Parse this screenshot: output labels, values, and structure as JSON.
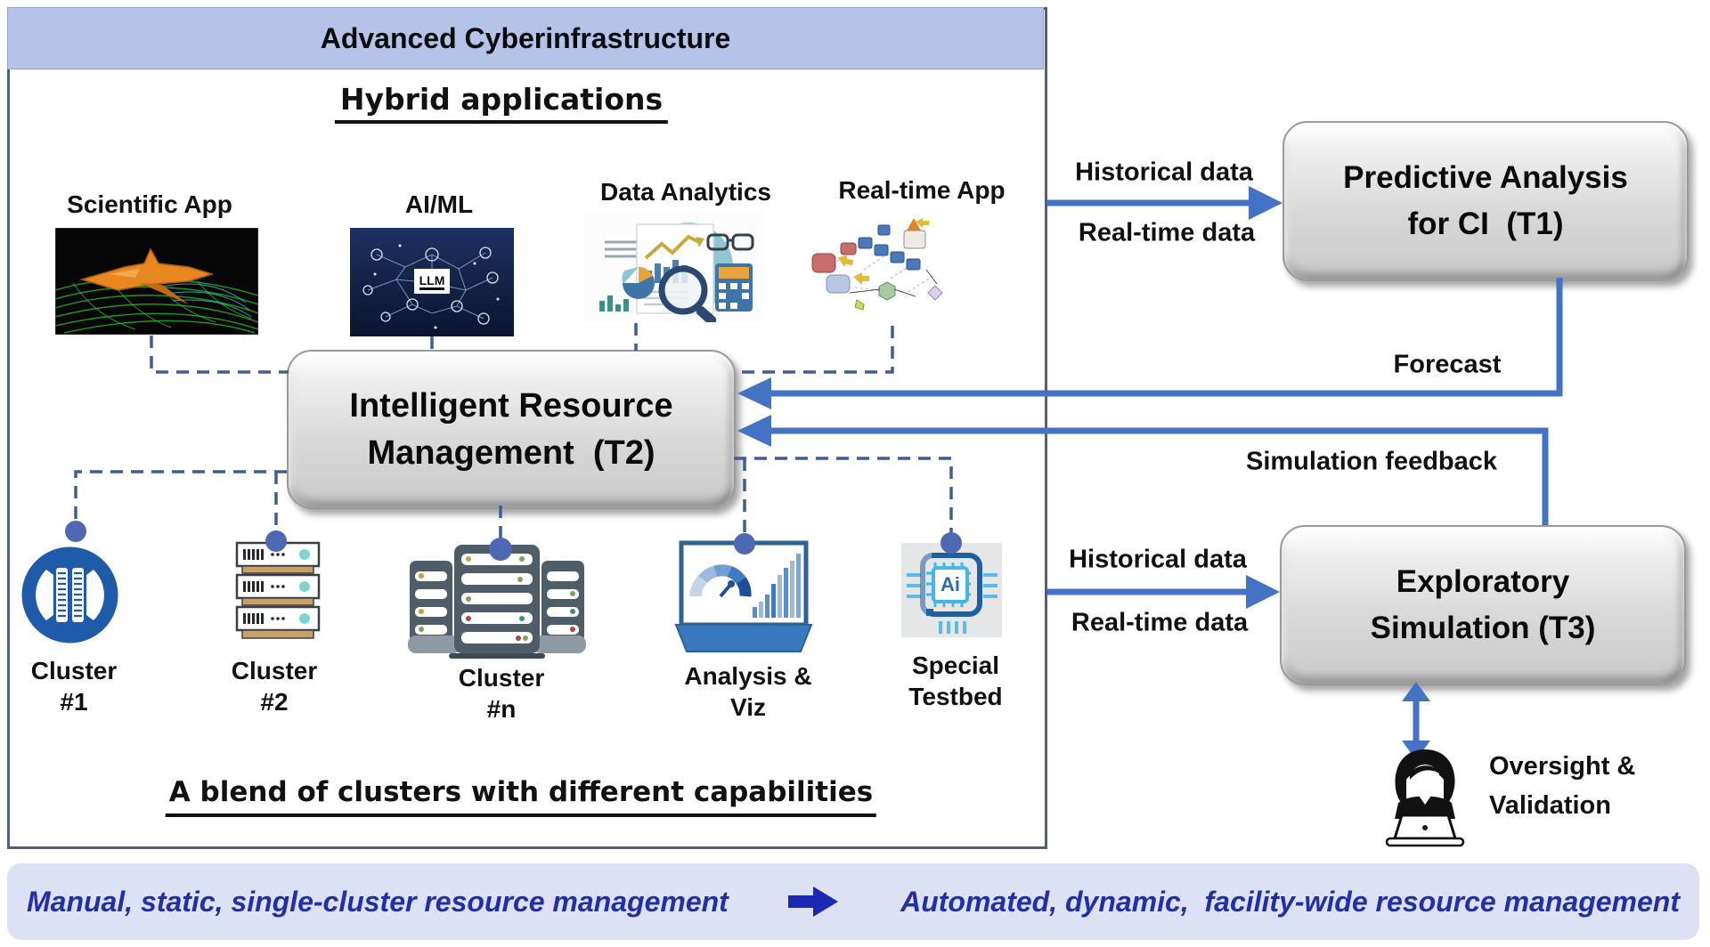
{
  "header": {
    "title": "Advanced Cyberinfrastructure"
  },
  "subtitle": "Hybrid applications",
  "apps": [
    {
      "label": "Scientific App"
    },
    {
      "label": "AI/ML",
      "badge": "LLM"
    },
    {
      "label": "Data Analytics"
    },
    {
      "label": "Real-time App"
    }
  ],
  "boxes": {
    "t2": {
      "line1": "Intelligent Resource",
      "line2": "Management  (T2)"
    },
    "t1": {
      "line1": "Predictive Analysis",
      "line2": "for CI  (T1)"
    },
    "t3": {
      "line1": "Exploratory",
      "line2": "Simulation (T3)"
    }
  },
  "flows": {
    "t1_arrow": {
      "top": "Historical data",
      "bottom": "Real-time data"
    },
    "t3_arrow": {
      "top": "Historical data",
      "bottom": "Real-time data"
    },
    "forecast": "Forecast",
    "simulation_feedback": "Simulation feedback",
    "oversight": {
      "line1": "Oversight &",
      "line2": "Validation"
    }
  },
  "clusters": [
    {
      "line1": "Cluster",
      "line2": "#1"
    },
    {
      "line1": "Cluster",
      "line2": "#2"
    },
    {
      "line1": "Cluster",
      "line2": "#n"
    },
    {
      "line1": "Analysis &",
      "line2": "Viz"
    },
    {
      "line1": "Special",
      "line2": "Testbed"
    }
  ],
  "testbed_chip_label": "Ai",
  "llm_badge": "LLM",
  "blend_note": "A blend of clusters with different capabilities",
  "banner": {
    "left": "Manual, static, single-cluster resource management",
    "right": "Automated, dynamic,  facility-wide resource management"
  },
  "colors": {
    "accent_blue": "#4472c4",
    "dashed_blue": "#3f5f94",
    "dot_blue": "#4f68b4",
    "header_bg": "#b6c3e8",
    "banner_bg": "#dce1f4",
    "banner_text": "#2230a8",
    "container_border": "#4e627f"
  }
}
